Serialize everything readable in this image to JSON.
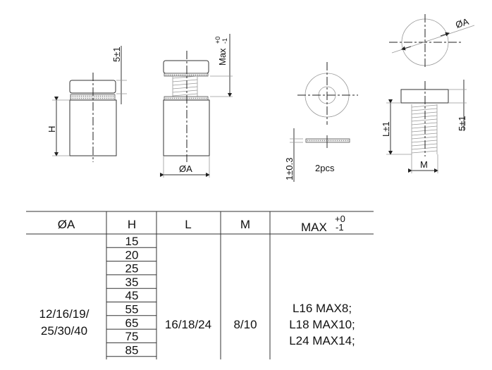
{
  "drawing": {
    "labels": {
      "head_height": "5±1",
      "height": "H",
      "diameter": "ØA",
      "max": "Max",
      "tol_plus": "+0",
      "tol_minus": "-1",
      "diameter_top": "ØA",
      "washer_thickness": "1±0.3",
      "washer_qty": "2pcs",
      "bolt_length": "L±1",
      "bolt_head": "5±1",
      "thread": "M"
    }
  },
  "table": {
    "headers": [
      "ØA",
      "H",
      "L",
      "M",
      "MAX"
    ],
    "max_tol_plus": "+0",
    "max_tol_minus": "-1",
    "diameter_lines": [
      "12/16/19/",
      "25/30/40"
    ],
    "h_values": [
      "15",
      "20",
      "25",
      "35",
      "45",
      "55",
      "65",
      "75",
      "85"
    ],
    "l_value": "16/18/24",
    "m_value": "8/10",
    "max_lines": [
      "L16 MAX8;",
      "L18 MAX10;",
      "L24 MAX14;"
    ]
  }
}
